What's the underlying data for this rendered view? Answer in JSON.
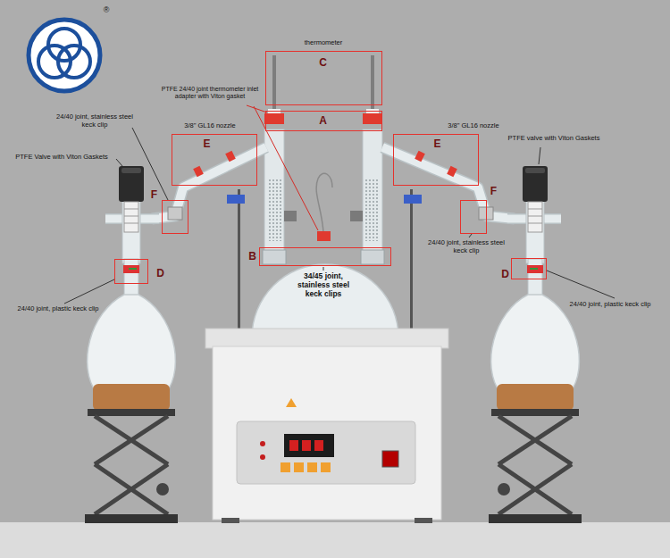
{
  "diagram": {
    "nodes": [
      {
        "text": [
          "C"
        ]
      },
      {
        "text": [
          "A"
        ]
      },
      {
        "text": [
          "E"
        ]
      },
      {
        "text": [
          "E"
        ]
      },
      {
        "text": [
          "F"
        ]
      },
      {
        "text": [
          "F"
        ]
      },
      {
        "text": [
          "B"
        ]
      },
      {
        "text": [
          "D"
        ]
      },
      {
        "text": [
          "D"
        ]
      }
    ],
    "labels": [
      "thermometer",
      "PTFE 24/40 joint thermometer inlet adapter with Viton gasket",
      "24/40 joint, stainless steel keck clip",
      "3/8\" GL16 nozzle",
      "3/8\" GL16 nozzle",
      "PTFE Valve with Viton Gaskets",
      "PTFE valve with Viton Gaskets",
      "24/40 joint, stainless steel keck clip",
      "34/45 joint, stainless steel keck clips",
      "24/40 joint, plastic keck clip",
      "24/40 joint, plastic keck clip",
      "®"
    ]
  }
}
